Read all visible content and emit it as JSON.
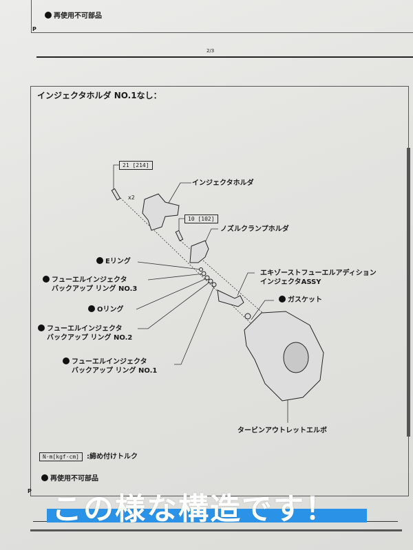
{
  "top_section": {
    "non_reusable_label": "再使用不可部品",
    "page_marker": "P"
  },
  "page_number": "2/3",
  "main_section": {
    "title": "インジェクタホルダ NO.1なし：",
    "torque_values": {
      "holder_bolt": "21 [214]",
      "clamp_bolt": "10 [102]"
    },
    "quantity": "x2",
    "parts": {
      "injector_holder": "インジェクタホルダ",
      "nozzle_clamp_holder": "ノズルクランプホルダ",
      "e_ring": "Eリング",
      "backup_ring_3_line1": "フューエルインジェクタ",
      "backup_ring_3_line2": "バックアップ リング NO.3",
      "o_ring": "Oリング",
      "backup_ring_2_line1": "フューエルインジェクタ",
      "backup_ring_2_line2": "バックアップ リング NO.2",
      "backup_ring_1_line1": "フューエルインジェクタ",
      "backup_ring_1_line2": "バックアップ リング NO.1",
      "injector_assy_line1": "エキゾーストフューエルアディション",
      "injector_assy_line2": "インジェクタASSY",
      "gasket": "ガスケット",
      "turbine_outlet_elbow": "タービンアウトレットエルボ"
    },
    "legend": {
      "torque_unit": "N·m[kgf·cm]",
      "torque_desc": ":締め付けトルク",
      "non_reusable_label": "再使用不可部品"
    },
    "page_marker": "P"
  },
  "caption": {
    "text": "この様な構造です！",
    "bar_color": "#2a93e8"
  }
}
